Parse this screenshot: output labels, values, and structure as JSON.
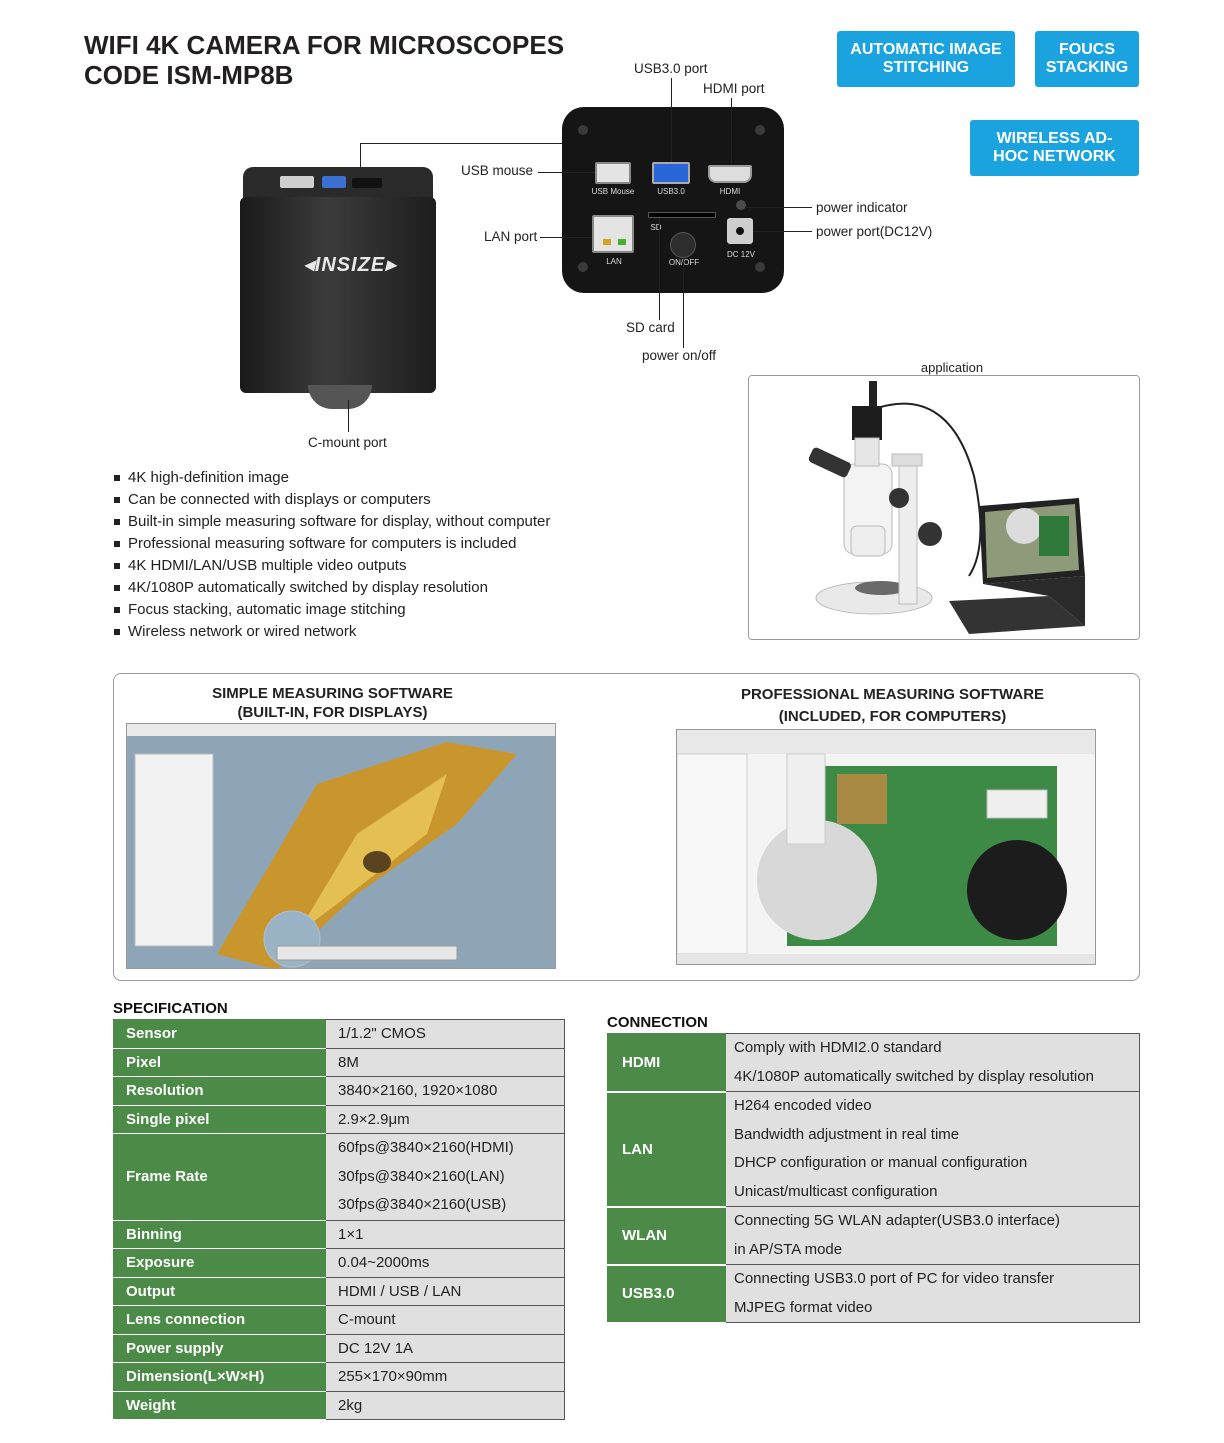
{
  "header": {
    "title_line1": "WIFI 4K CAMERA FOR MICROSCOPES",
    "title_line2": "CODE ISM-MP8B"
  },
  "badges": {
    "stitching": "AUTOMATIC IMAGE STITCHING",
    "stacking": "FOUCS STACKING",
    "wireless": "WIRELESS AD-HOC NETWORK"
  },
  "camera": {
    "brand": "INSIZE",
    "c_mount": "C-mount port"
  },
  "ports": {
    "usb3_port": "USB3.0 port",
    "hdmi_port": "HDMI port",
    "usb_mouse": "USB mouse",
    "lan_port": "LAN port",
    "power_indicator": "power indicator",
    "power_port": "power port(DC12V)",
    "sd_card": "SD card",
    "power_onoff": "power on/off"
  },
  "panel_labels": {
    "usb_mouse": "USB Mouse",
    "usb3": "USB3.0",
    "hdmi": "HDMI",
    "lan": "LAN",
    "sd": "SD",
    "onoff": "ON/OFF",
    "dc": "DC 12V"
  },
  "features": [
    "4K high-definition image",
    "Can be connected with displays or computers",
    "Built-in simple measuring software for  display, without computer",
    "Professional measuring software for computers is included",
    "4K HDMI/LAN/USB multiple video outputs",
    "4K/1080P automatically switched by display resolution",
    "Focus stacking, automatic image stitching",
    "Wireless network or wired network"
  ],
  "application": {
    "label": "application"
  },
  "software": {
    "simple_line1": "SIMPLE  MEASURING  SOFTWARE",
    "simple_line2": "(BUILT-IN, FOR DISPLAYS)",
    "pro_line1": "PROFESSIONAL MEASURING SOFTWARE",
    "pro_line2": "(INCLUDED, FOR COMPUTERS)"
  },
  "specification": {
    "heading": "SPECIFICATION",
    "rows": [
      {
        "key": "Sensor",
        "value": "1/1.2\" CMOS"
      },
      {
        "key": "Pixel",
        "value": "8M"
      },
      {
        "key": "Resolution",
        "value": "3840×2160, 1920×1080"
      },
      {
        "key": "Single pixel",
        "value": "2.9×2.9μm"
      },
      {
        "key": "Frame  Rate",
        "values": [
          "60fps@3840×2160(HDMI)",
          "30fps@3840×2160(LAN)",
          "30fps@3840×2160(USB)"
        ]
      },
      {
        "key": "Binning",
        "value": "1×1"
      },
      {
        "key": "Exposure",
        "value": "0.04~2000ms"
      },
      {
        "key": "Output",
        "value": "HDMI / USB / LAN"
      },
      {
        "key": "Lens connection",
        "value": "C-mount"
      },
      {
        "key": "Power supply",
        "value": "DC 12V 1A"
      },
      {
        "key": "Dimension(L×W×H)",
        "value": "255×170×90mm"
      },
      {
        "key": "Weight",
        "value": "2kg"
      }
    ]
  },
  "connection": {
    "heading": "CONNECTION",
    "rows": [
      {
        "key": "HDMI",
        "lines": [
          "Comply with HDMI2.0 standard",
          "4K/1080P automatically switched by display resolution"
        ]
      },
      {
        "key": "LAN",
        "lines": [
          "H264 encoded video",
          "Bandwidth adjustment in real time",
          "DHCP configuration or manual configuration",
          "Unicast/multicast configuration"
        ]
      },
      {
        "key": "WLAN",
        "lines": [
          "Connecting 5G WLAN adapter(USB3.0 interface)",
          "in AP/STA mode"
        ]
      },
      {
        "key": "USB3.0",
        "lines": [
          "Connecting USB3.0 port of PC for video transfer",
          "MJPEG format video"
        ]
      }
    ]
  },
  "colors": {
    "badge_blue": "#1ba3e0",
    "table_green": "#4b8a47",
    "table_grey": "#e0e0e0"
  }
}
